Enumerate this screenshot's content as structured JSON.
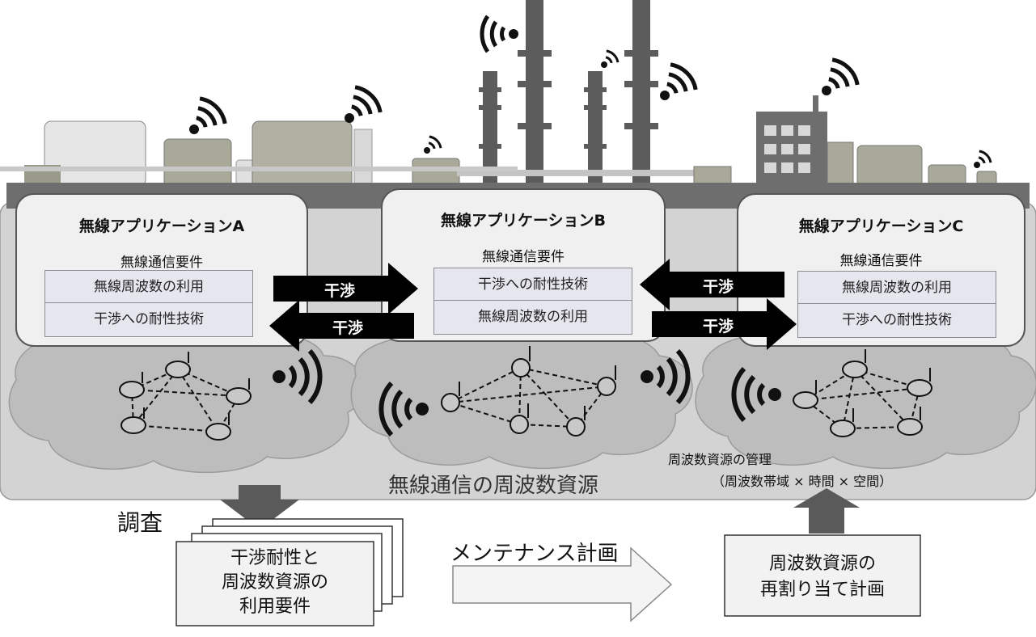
{
  "apps": [
    {
      "title": "無線アプリケーションA",
      "req_title": "無線通信要件",
      "rows": [
        "無線周波数の利用",
        "干渉への耐性技術"
      ]
    },
    {
      "title": "無線アプリケーションB",
      "req_title": "無線通信要件",
      "rows": [
        "干渉への耐性技術",
        "無線周波数の利用"
      ]
    },
    {
      "title": "無線アプリケーションC",
      "req_title": "無線通信要件",
      "rows": [
        "無線周波数の利用",
        "干渉への耐性技術"
      ]
    }
  ],
  "interference_label": "干渉",
  "resource_label": "無線通信の周波数資源",
  "management": {
    "title": "周波数資源の管理",
    "detail": "（周波数帯域 × 時間 × 空間）"
  },
  "survey_label": "調査",
  "survey_doc": {
    "line1": "干渉耐性と",
    "line2": "周波数資源の",
    "line3": "利用要件"
  },
  "maintenance_label": "メンテナンス計画",
  "realloc_box": {
    "line1": "周波数資源の",
    "line2": "再割り当て計画"
  },
  "colors": {
    "ground": "#d3d3d3",
    "deck": "#6e6e6e",
    "tower": "#5c5c5c",
    "node": "#c8c8c8",
    "arrow": "#000000",
    "gray_arrow": "#5a5a5a"
  }
}
